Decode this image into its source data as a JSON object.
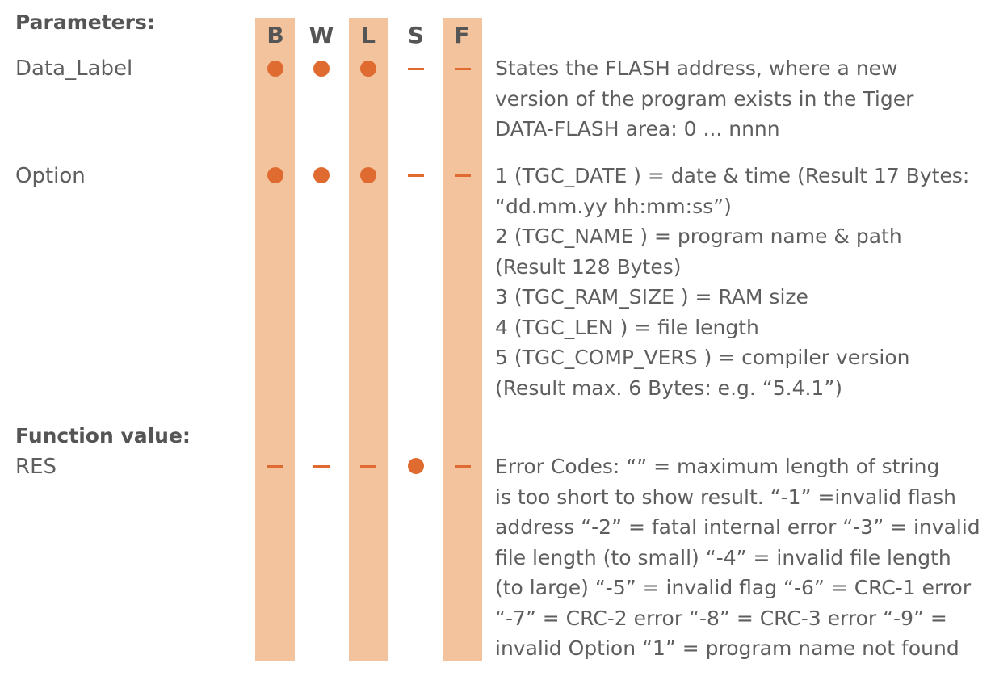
{
  "headers": {
    "parameters": "Parameters:",
    "function_value": "Function value:"
  },
  "columns": [
    "B",
    "W",
    "L",
    "S",
    "F"
  ],
  "rows": [
    {
      "name": "Data_Label",
      "marks": [
        "dot",
        "dot",
        "dot",
        "dash",
        "dash"
      ],
      "description": [
        "States the FLASH address, where a new",
        "version of the program exists in the Tiger",
        "DATA-FLASH area: 0 ... nnnn"
      ]
    },
    {
      "name": "Option",
      "marks": [
        "dot",
        "dot",
        "dot",
        "dash",
        "dash"
      ],
      "description": [
        "1 (TGC_DATE ) = date & time (Result 17 Bytes:",
        "“dd.mm.yy hh:mm:ss”)",
        "2 (TGC_NAME ) = program name & path",
        "(Result 128 Bytes)",
        "3 (TGC_RAM_SIZE ) = RAM size",
        "4 (TGC_LEN ) = file length",
        "5 (TGC_COMP_VERS ) = compiler version",
        "(Result max. 6 Bytes: e.g. “5.4.1”)"
      ]
    },
    {
      "name": "RES",
      "marks": [
        "dash",
        "dash",
        "dash",
        "dot",
        "dash"
      ],
      "description": [
        "Error Codes: “” = maximum length of string",
        "is too short to show result. “-1” =invalid flash",
        "address “-2” = fatal internal error “-3” = invalid",
        "file length (to small) “-4” = invalid file length",
        "(to large) “-5” = invalid flag “-6” = CRC-1 error",
        "“-7” = CRC-2 error “-8” = CRC-3 error “-9” =",
        "invalid Option “1” = program name not found"
      ]
    }
  ],
  "colors": {
    "band": "#f3c39d",
    "mark": "#e06b30",
    "text": "#5e5e5e"
  }
}
